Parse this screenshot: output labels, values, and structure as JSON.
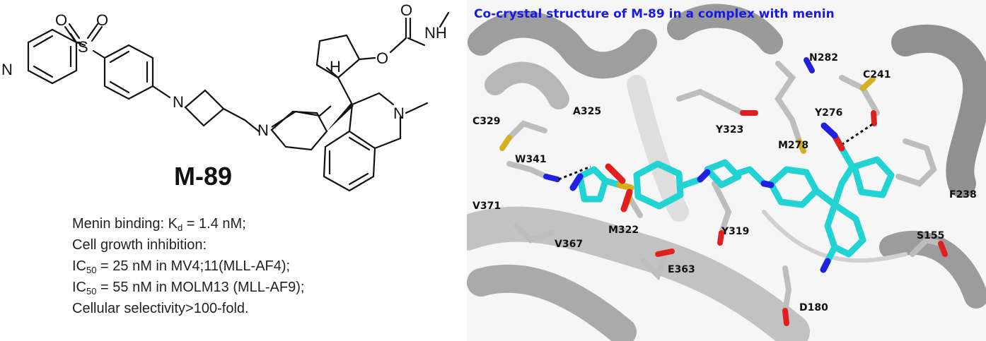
{
  "compound": {
    "name": "M-89",
    "atoms": {
      "N": "N",
      "S": "S",
      "O": "O",
      "H": "H",
      "NH": "NH"
    }
  },
  "properties": {
    "line1_prefix": "Menin binding: K",
    "line1_sub": "d",
    "line1_suffix": " = 1.4 nM;",
    "line2": "Cell growth inhibition:",
    "line3_prefix": "IC",
    "line3_sub": "50",
    "line3_suffix": " = 25 nM in MV4;11(MLL-AF4);",
    "line4_prefix": "IC",
    "line4_sub": "50",
    "line4_suffix": " = 55 nM in MOLM13 (MLL-AF9);",
    "line5": "Cellular selectivity>100-fold."
  },
  "structure_panel": {
    "title": "Co-crystal structure of M-89 in a complex with menin",
    "residues": [
      "N282",
      "C241",
      "Y276",
      "C329",
      "A325",
      "Y323",
      "M278",
      "W341",
      "F238",
      "V371",
      "M322",
      "Y319",
      "V367",
      "S155",
      "E363",
      "D180"
    ]
  },
  "colors": {
    "title": "#1a1ae6",
    "ligand": "#22d3d3",
    "protein": "#9a9a9a",
    "oxygen": "#e02020",
    "nitrogen": "#2020e0",
    "sulfur": "#d4b020"
  }
}
